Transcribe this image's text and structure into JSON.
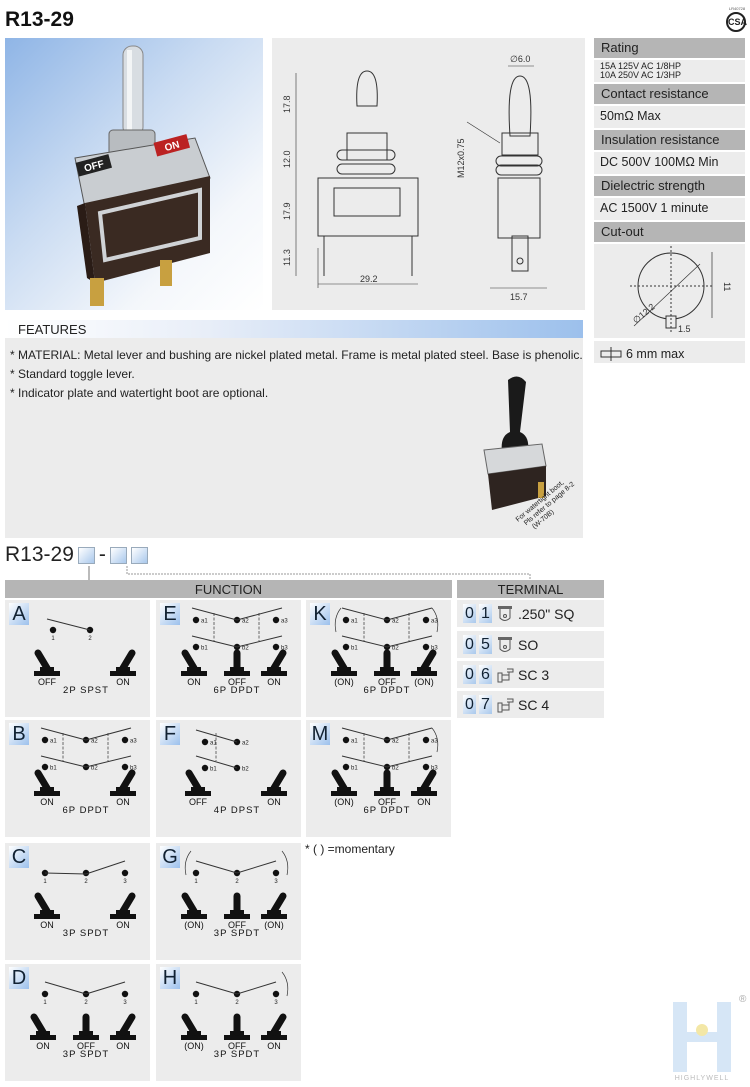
{
  "title": "R13-29",
  "certification": {
    "code": "LR40728",
    "mark": "CSA"
  },
  "drawing": {
    "dims": {
      "lever_h": "17.8",
      "bushing_h": "12.0",
      "body_h": "17.9",
      "terminal_h": "11.3",
      "width": "29.2",
      "lever_dia": "∅6.0",
      "thread": "M12x0.75",
      "depth": "15.7"
    }
  },
  "photo": {
    "plate_on": "ON",
    "plate_off": "OFF"
  },
  "specs": [
    {
      "label": "Rating",
      "value": [
        "15A 125V AC  1/8HP",
        "10A 250V AC  1/3HP"
      ]
    },
    {
      "label": "Contact resistance",
      "value": [
        "50mΩ Max"
      ]
    },
    {
      "label": "Insulation resistance",
      "value": [
        "DC 500V 100MΩ Min"
      ]
    },
    {
      "label": "Dielectric strength",
      "value": [
        "AC 1500V 1 minute"
      ]
    }
  ],
  "cutout": {
    "label": "Cut-out",
    "diameter": "∅12.2",
    "height": "11",
    "key_width": "1.5"
  },
  "panel": {
    "value": "6 mm max"
  },
  "features": {
    "title": "FEATURES",
    "items": [
      "* MATERIAL: Metal lever and bushing are nickel plated metal. Frame is metal plated steel. Base is phenolic.",
      "* Standard toggle lever.",
      "* Indicator plate and watertight boot are optional."
    ],
    "boot_note": [
      "For watertight boot,",
      "Pls refer to page 8-2",
      "(W-70B)"
    ]
  },
  "part_number": {
    "prefix": "R13-29",
    "separator": "-"
  },
  "function": {
    "title": "FUNCTION",
    "note": "* ( ) =momentary",
    "cells": [
      {
        "letter": "A",
        "type": "spst",
        "contacts": [
          "1",
          "2"
        ],
        "toggles": [
          {
            "lean": "left",
            "label": "OFF"
          },
          {
            "lean": "right",
            "label": "ON"
          }
        ],
        "name": "2P SPST",
        "arrows": []
      },
      {
        "letter": "E",
        "type": "dpdt",
        "contacts": [
          "a1",
          "a2",
          "a3",
          "b1",
          "b2",
          "b3"
        ],
        "toggles": [
          {
            "lean": "left",
            "label": "ON"
          },
          {
            "lean": "center",
            "label": "OFF"
          },
          {
            "lean": "right",
            "label": "ON"
          }
        ],
        "name": "6P DPDT",
        "arrows": []
      },
      {
        "letter": "K",
        "type": "dpdt",
        "contacts": [
          "a1",
          "a2",
          "a3",
          "b1",
          "b2",
          "b3"
        ],
        "toggles": [
          {
            "lean": "left",
            "label": "(ON)"
          },
          {
            "lean": "center",
            "label": "OFF"
          },
          {
            "lean": "right",
            "label": "(ON)"
          }
        ],
        "name": "6P DPDT",
        "arrows": [
          "left",
          "right"
        ]
      },
      {
        "letter": "B",
        "type": "dpdt",
        "contacts": [
          "a1",
          "a2",
          "a3",
          "b1",
          "b2",
          "b3"
        ],
        "toggles": [
          {
            "lean": "left",
            "label": "ON"
          },
          {
            "lean": "right",
            "label": "ON"
          }
        ],
        "name": "6P DPDT",
        "arrows": []
      },
      {
        "letter": "F",
        "type": "dpst",
        "contacts": [
          "a1",
          "a2",
          "b1",
          "b2"
        ],
        "toggles": [
          {
            "lean": "left",
            "label": "OFF"
          },
          {
            "lean": "right",
            "label": "ON"
          }
        ],
        "name": "4P DPST",
        "arrows": []
      },
      {
        "letter": "M",
        "type": "dpdt",
        "contacts": [
          "a1",
          "a2",
          "a3",
          "b1",
          "b2",
          "b3"
        ],
        "toggles": [
          {
            "lean": "left",
            "label": "(ON)"
          },
          {
            "lean": "center",
            "label": "OFF"
          },
          {
            "lean": "right",
            "label": "ON"
          }
        ],
        "name": "6P DPDT",
        "arrows": [
          "right"
        ]
      },
      {
        "letter": "C",
        "type": "spdt",
        "contacts": [
          "1",
          "2",
          "3"
        ],
        "toggles": [
          {
            "lean": "left",
            "label": "ON"
          },
          {
            "lean": "right",
            "label": "ON"
          }
        ],
        "name": "3P SPDT",
        "arrows": []
      },
      {
        "letter": "G",
        "type": "spdt",
        "contacts": [
          "1",
          "2",
          "3"
        ],
        "toggles": [
          {
            "lean": "left",
            "label": "(ON)"
          },
          {
            "lean": "center",
            "label": "OFF"
          },
          {
            "lean": "right",
            "label": "(ON)"
          }
        ],
        "name": "3P SPDT",
        "arrows": [
          "left",
          "right"
        ]
      },
      {
        "letter": "D",
        "type": "spdt",
        "contacts": [
          "1",
          "2",
          "3"
        ],
        "toggles": [
          {
            "lean": "left",
            "label": "ON"
          },
          {
            "lean": "center",
            "label": "OFF"
          },
          {
            "lean": "right",
            "label": "ON"
          }
        ],
        "name": "3P SPDT",
        "arrows": []
      },
      {
        "letter": "H",
        "type": "spdt",
        "contacts": [
          "1",
          "2",
          "3"
        ],
        "toggles": [
          {
            "lean": "left",
            "label": "(ON)"
          },
          {
            "lean": "center",
            "label": "OFF"
          },
          {
            "lean": "right",
            "label": "ON"
          }
        ],
        "name": "3P SPDT",
        "arrows": [
          "right"
        ]
      }
    ]
  },
  "terminal": {
    "title": "TERMINAL",
    "rows": [
      {
        "d1": "0",
        "d2": "1",
        "icon": "quick-connect-icon",
        "label": ".250\" SQ"
      },
      {
        "d1": "0",
        "d2": "5",
        "icon": "solder-lug-icon",
        "label": "SO"
      },
      {
        "d1": "0",
        "d2": "6",
        "icon": "screw-terminal-icon",
        "label": "SC 3"
      },
      {
        "d1": "0",
        "d2": "7",
        "icon": "screw-terminal-icon",
        "label": "SC 4"
      }
    ]
  },
  "brand": {
    "name": "HIGHLYWELL",
    "registered": "®"
  },
  "colors": {
    "header_gray": "#b5b5b5",
    "panel_gray": "#ececec",
    "accent_blue": "#9cc0ec"
  }
}
